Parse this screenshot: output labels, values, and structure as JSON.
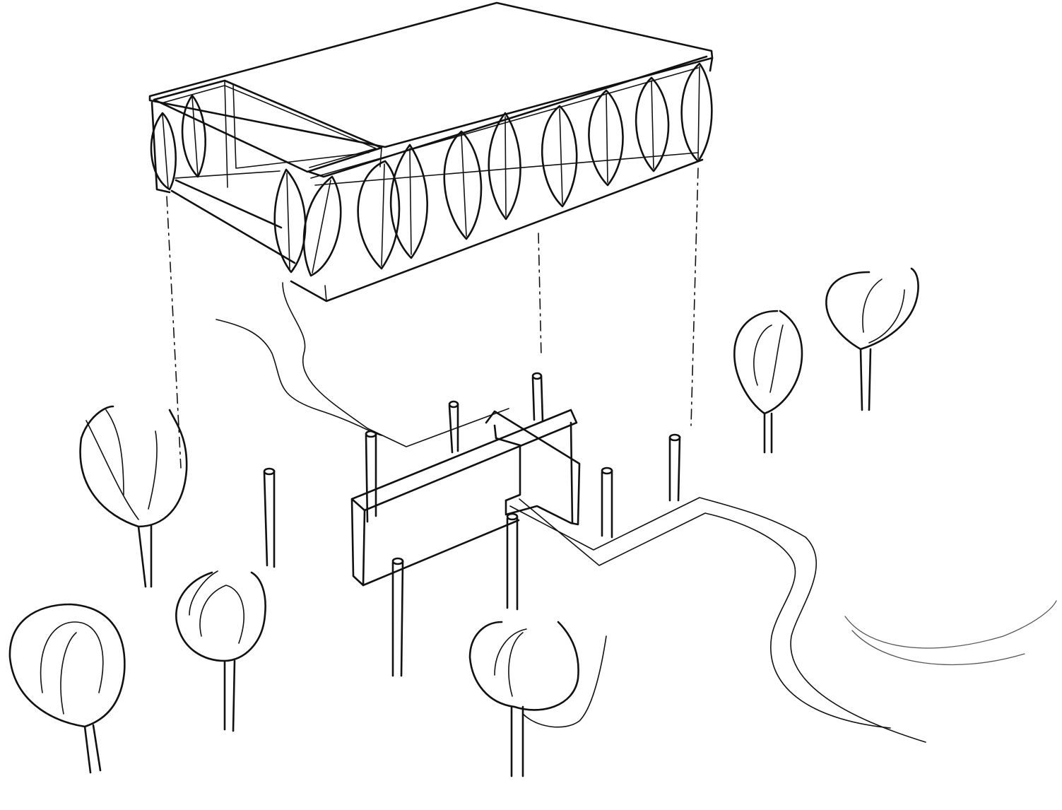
{
  "drawing": {
    "kind": "hand-drawn axonometric sketch",
    "ink_color": "#111111",
    "background_color": "#ffffff",
    "elements": [
      "roof-box",
      "facade-leaves",
      "projection-lines",
      "cross-walls",
      "columns",
      "path",
      "trees",
      "pond"
    ]
  }
}
